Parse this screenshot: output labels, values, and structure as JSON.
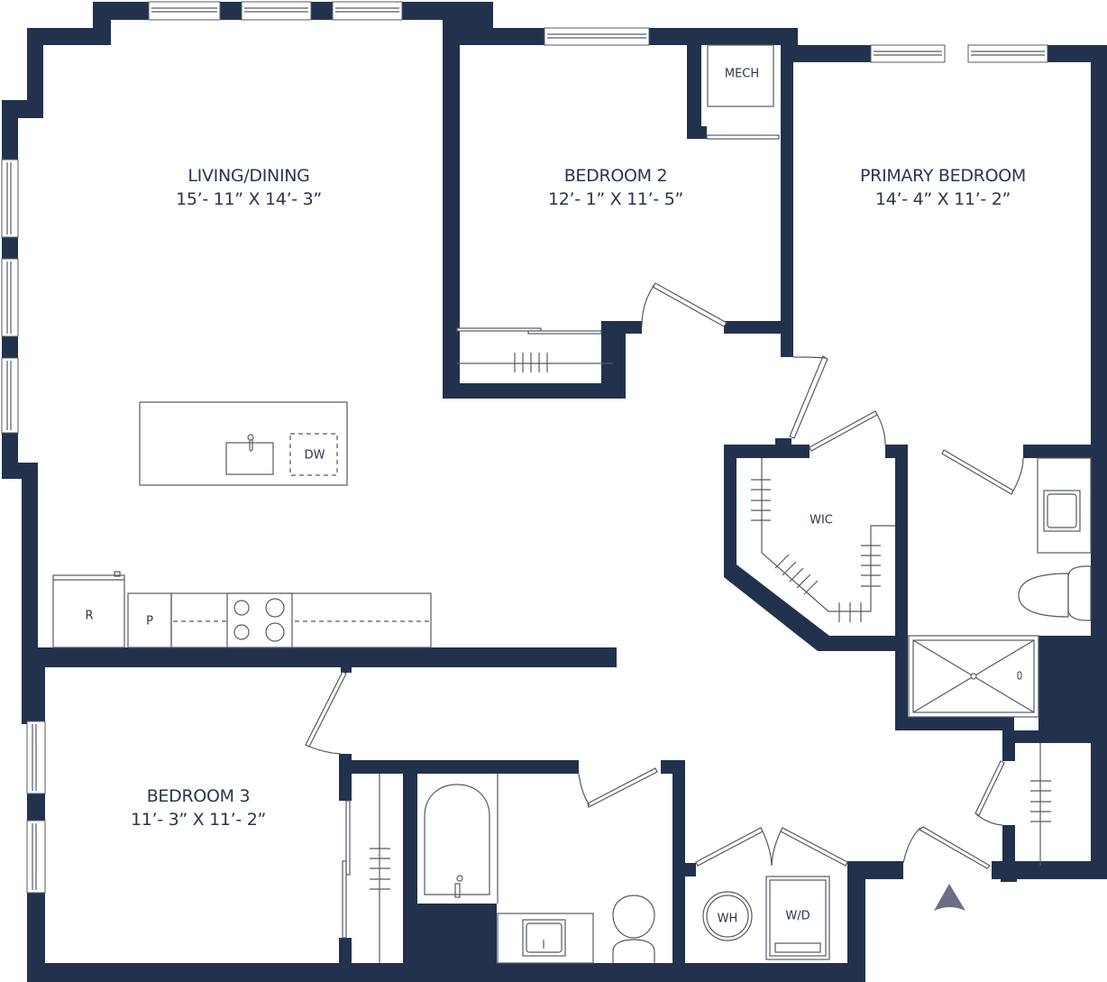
{
  "floorplan": {
    "colors": {
      "wall": "#22324d",
      "text": "#2a3550",
      "fixture_line": "#555a66",
      "entry_arrow": "#6b6f85"
    },
    "rooms": [
      {
        "id": "living_dining",
        "name": "LIVING/DINING",
        "dimensions": "15’- 11” X 14’- 3”"
      },
      {
        "id": "bedroom_2",
        "name": "BEDROOM 2",
        "dimensions": "12’- 1” X 11’- 5”"
      },
      {
        "id": "primary_bedroom",
        "name": "PRIMARY BEDROOM",
        "dimensions": "14’- 4” X 11’- 2”"
      },
      {
        "id": "bedroom_3",
        "name": "BEDROOM 3",
        "dimensions": "11’- 3” X 11’- 2”"
      }
    ],
    "fixtures": {
      "mech": "MECH",
      "wic": "WIC",
      "dishwasher": "DW",
      "refrigerator": "R",
      "pantry": "P",
      "water_heater": "WH",
      "washer_dryer": "W/D"
    },
    "entry_marker": "entry-arrow"
  }
}
